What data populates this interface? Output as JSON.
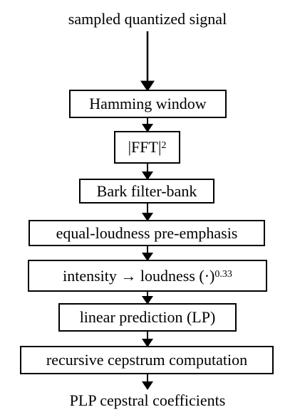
{
  "diagram": {
    "input_label": "sampled quantized signal",
    "output_label": "PLP cepstral coefficients",
    "steps": [
      {
        "text": "Hamming window",
        "sup": ""
      },
      {
        "text": "|FFT|",
        "sup": "2"
      },
      {
        "text": "Bark filter-bank",
        "sup": ""
      },
      {
        "text": "equal-loudness pre-emphasis",
        "sup": ""
      },
      {
        "text": "intensity → loudness (·)",
        "sup": "0.33"
      },
      {
        "text": "linear prediction (LP)",
        "sup": ""
      },
      {
        "text": "recursive cepstrum computation",
        "sup": ""
      }
    ]
  }
}
